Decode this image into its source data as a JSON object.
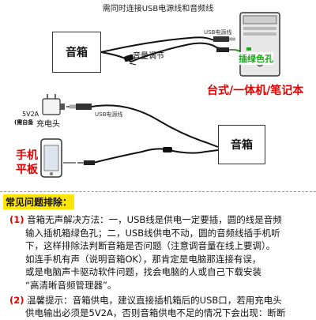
{
  "title": "需同时连接USB电源线和音频线",
  "speaker_label": "音箱",
  "volume_label": "音量调节",
  "usb_cable_label": "USB电源线",
  "green_jack_label": "插绿色孔",
  "computer_types": "台式/一体机/笔记本",
  "adapter_label": "5V2A",
  "charger_prefix": "(需自备",
  "charger_label": "充电头",
  "phone_label_1": "手机",
  "phone_label_2": "平板",
  "faq": {
    "heading": "常见问题排除：",
    "item1_num": "(1)",
    "item1_line1": "音箱无声解决方法：一，USB线是供电一定要插，圆的线是音频",
    "item1_line2": "输入插机箱绿色孔；二，USB线供电不动，圆的音频线插手机听",
    "item1_line3": "下，这样排除法判断音箱是否问题（注意调音量在线上要调）。",
    "item1_line4": "如连手机有声（说明音箱OK），那肯定是电脑那连接有误，",
    "item1_line5": "或是电脑声卡驱动软件问题，找会电脑的人或自己下载安装",
    "item1_line6": "“高清晰音频管理器”。",
    "item2_num": "(2)",
    "item2_line1": "温馨提示：音箱供电，建议直接插机箱后的USB口，若用充电头",
    "item2_line2": "供电输出必须是5V2A，否则音箱供电不足的情况下会出现：断断"
  }
}
